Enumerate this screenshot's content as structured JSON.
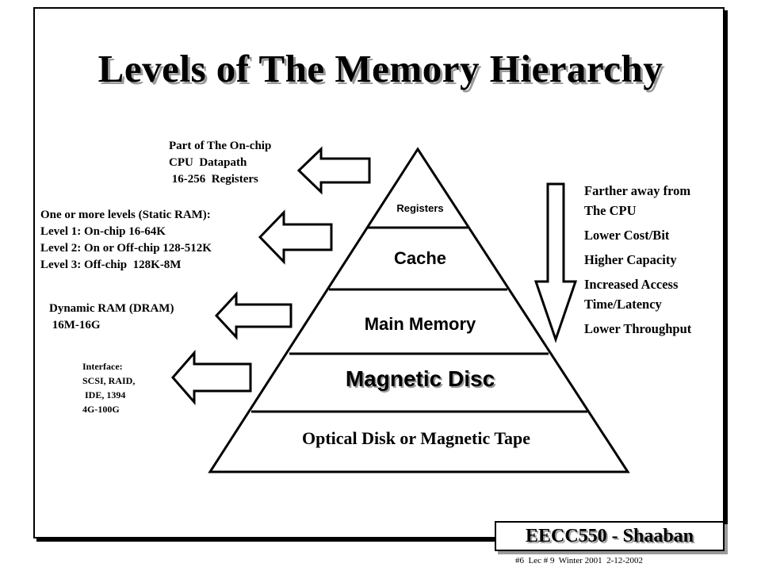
{
  "slide": {
    "title": "Levels of The Memory Hierarchy",
    "badge": "EECC550 - Shaaban",
    "footer": "#6  Lec # 9  Winter 2001  2-12-2002"
  },
  "pyramid": {
    "levels": [
      "Registers",
      "Cache",
      "Main Memory",
      "Magnetic Disc",
      "Optical Disk or Magnetic Tape"
    ]
  },
  "notes": {
    "registers": "Part of The On-chip\nCPU  Datapath\n 16-256  Registers",
    "cache": "One or more levels (Static RAM):\nLevel 1: On-chip 16-64K\nLevel 2: On or Off-chip 128-512K\nLevel 3: Off-chip  128K-8M",
    "main_memory": "Dynamic RAM (DRAM)\n 16M-16G",
    "disc": "Interface:\nSCSI, RAID,\n IDE, 1394\n4G-100G"
  },
  "properties": [
    "Farther away from\nThe CPU",
    "Lower Cost/Bit",
    "Higher Capacity",
    "Increased Access\nTime/Latency",
    "Lower Throughput"
  ]
}
